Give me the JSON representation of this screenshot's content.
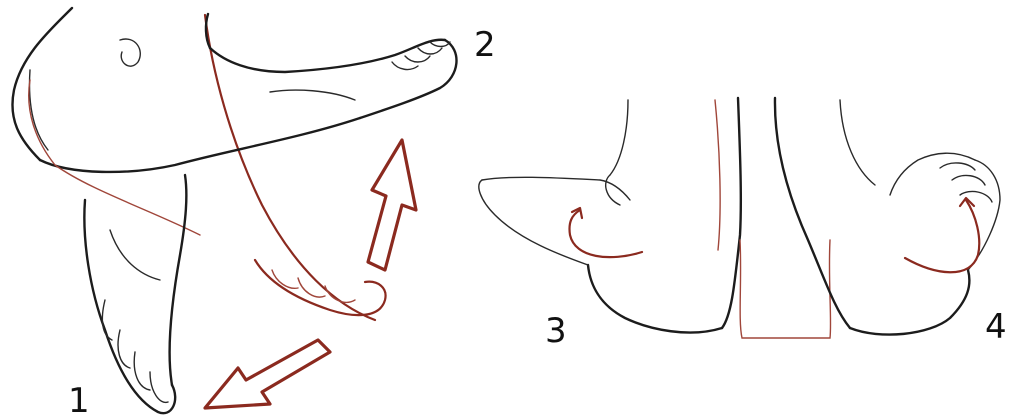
{
  "figure": {
    "labels": {
      "label_1": "1",
      "label_2": "2",
      "label_3": "3",
      "label_4": "4"
    },
    "colors": {
      "ink": "#1c1c1c",
      "movement_red": "#8b2a1f",
      "background": "#ffffff"
    },
    "panels": [
      {
        "id": "left",
        "content": "foot-dorsiflexion-plantarflexion",
        "arrows": [
          "arrow-down-left-icon",
          "arrow-up-icon"
        ]
      },
      {
        "id": "right",
        "content": "feet-inversion-eversion",
        "arrows": [
          "curved-arrow-icon",
          "curved-arrow-icon"
        ]
      }
    ]
  }
}
